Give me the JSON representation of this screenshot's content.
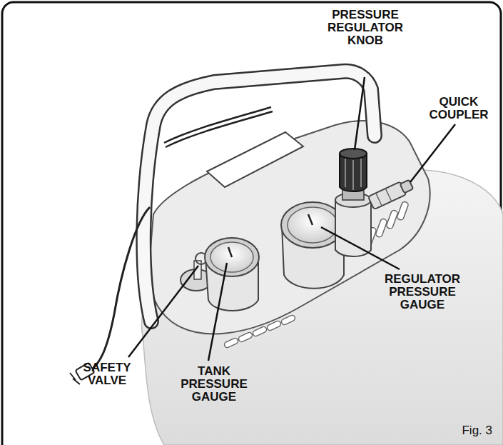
{
  "diagram": {
    "labels": [
      "PRESSURE REGULATOR KNOB",
      "QUICK COUPLER",
      "REGULATOR PRESSURE GAUGE",
      "SAFETY VALVE",
      "TANK PRESSURE GAUGE",
      "Fig. 3"
    ]
  }
}
